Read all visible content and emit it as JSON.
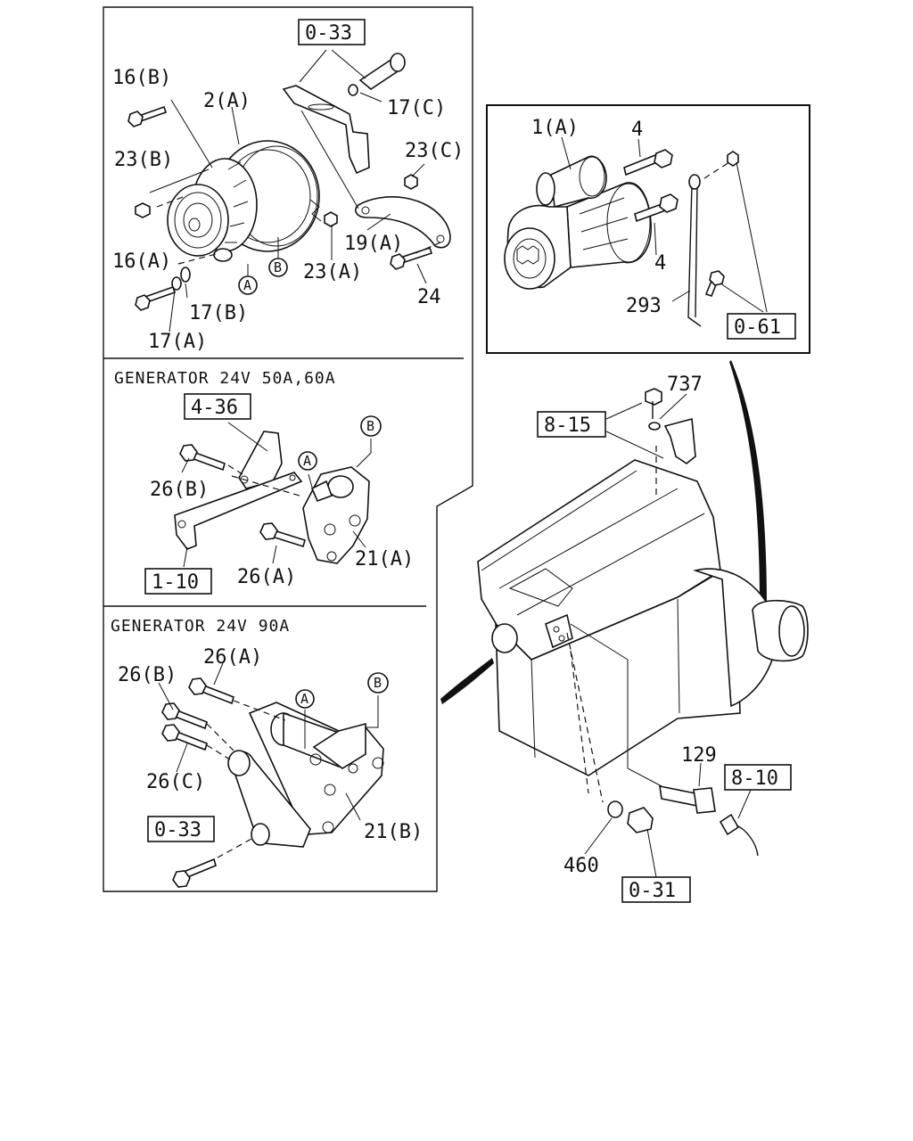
{
  "panels": {
    "alternator": {
      "ref_top": "0-33",
      "labels": {
        "p16b": "16(B)",
        "p2a": "2(A)",
        "p17c": "17(C)",
        "p23b": "23(B)",
        "p23c": "23(C)",
        "p16a": "16(A)",
        "p23a": "23(A)",
        "p19a": "19(A)",
        "p24": "24",
        "p17b": "17(B)",
        "p17a": "17(A)"
      },
      "circle_a": "A",
      "circle_b": "B"
    },
    "gen_50_60": {
      "caption": "GENERATOR 24V 50A,60A",
      "ref_box_1": "4-36",
      "ref_box_2": "1-10",
      "labels": {
        "p26b": "26(B)",
        "p26a": "26(A)",
        "p21a": "21(A)"
      },
      "circle_a": "A",
      "circle_b": "B"
    },
    "gen_90": {
      "caption": "GENERATOR 24V 90A",
      "ref_box": "0-33",
      "labels": {
        "p26a": "26(A)",
        "p26b": "26(B)",
        "p26c": "26(C)",
        "p21b": "21(B)"
      },
      "circle_a": "A",
      "circle_b": "B"
    },
    "starter": {
      "ref_box": "0-61",
      "labels": {
        "p1a": "1(A)",
        "p4_top": "4",
        "p4_bottom": "4",
        "p293": "293"
      }
    },
    "engine": {
      "ref_box_1": "8-15",
      "ref_box_2": "8-10",
      "ref_box_3": "0-31",
      "labels": {
        "p737": "737",
        "p129": "129",
        "p460": "460"
      }
    }
  }
}
